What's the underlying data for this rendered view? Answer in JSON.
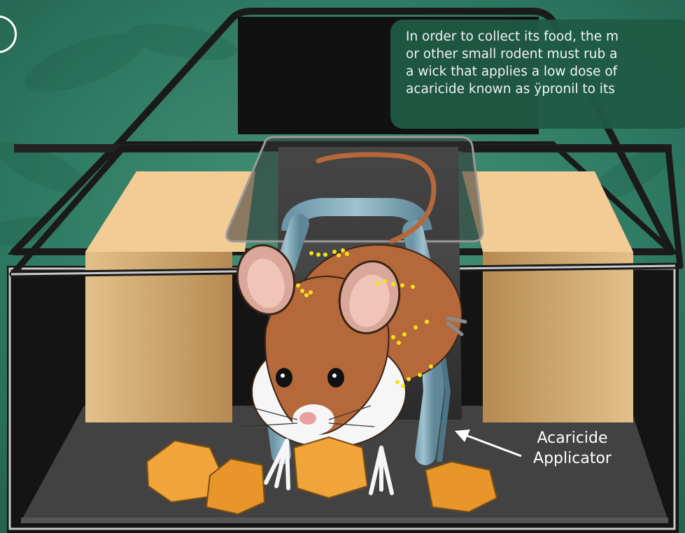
{
  "caption": {
    "lines": [
      "In order to collect its food, the m",
      "or other small rodent must rub a",
      "a wick that applies a low dose of",
      "acaricide known as ÿpronil to its"
    ]
  },
  "applicator_label": {
    "lines": [
      "Acaricide",
      "Applicator"
    ]
  },
  "colors": {
    "background_foliage": "#2f7a63",
    "caption_background": "#1f5a45",
    "bait_box": "#1a1a1a",
    "floor": "#3d3d3d",
    "food_block": "#f0a43a",
    "wick": "#7aa3b3",
    "mouse_fur": "#b5683a",
    "dots": "#f5e31b"
  },
  "icons": [
    "mouse-illustration",
    "food-block",
    "applicator-wick",
    "pointer-arrow"
  ]
}
